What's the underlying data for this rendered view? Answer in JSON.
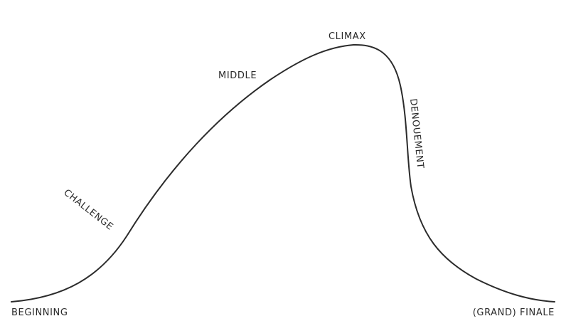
{
  "diagram": {
    "labels": {
      "beginning": "BEGINNING",
      "challenge": "CHALLENGE",
      "middle": "MIDDLE",
      "climax": "CLIMAX",
      "denouement": "DENOUEMENT",
      "finale": "(GRAND) FINALE"
    },
    "line_color": "#2b2b2b",
    "text_color": "#2a2a2a"
  }
}
